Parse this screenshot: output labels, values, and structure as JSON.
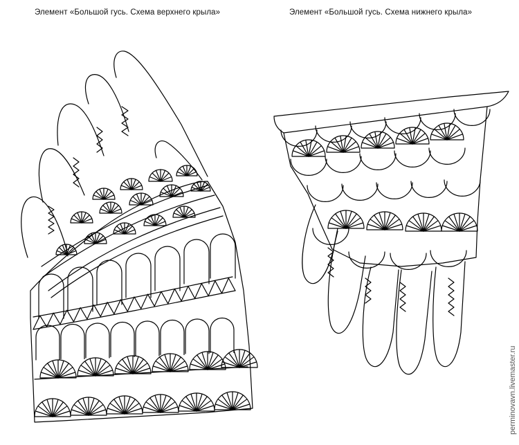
{
  "captions": {
    "upper_wing": "Элемент «Большой гусь. Схема верхнего крыла»",
    "lower_wing": "Элемент «Большой гусь. Схема нижнего крыла»"
  },
  "watermark": "perminovavn.livemaster.ru",
  "colors": {
    "line": "#000000",
    "background": "#ffffff"
  }
}
